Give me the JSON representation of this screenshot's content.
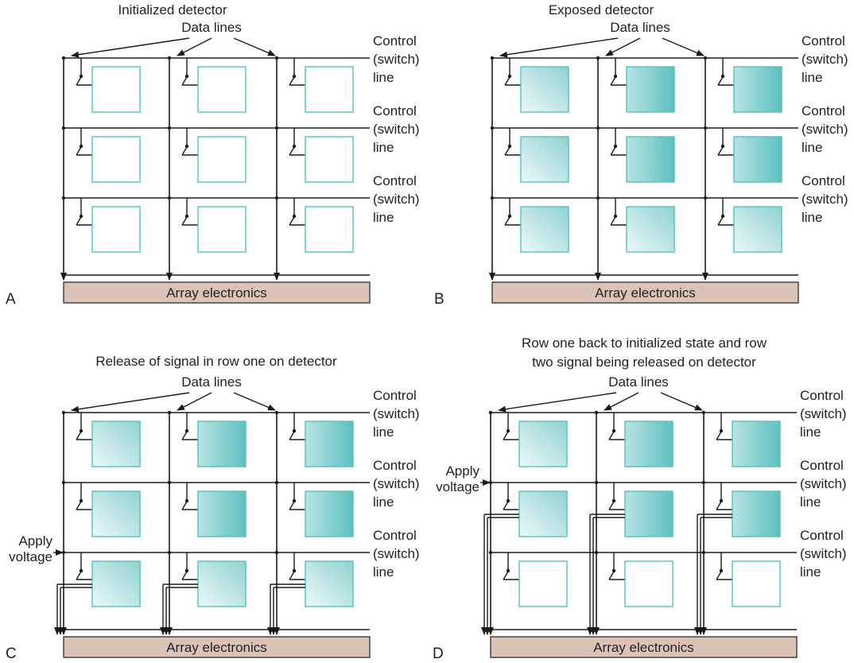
{
  "colors": {
    "line": "#1a1a1a",
    "cell_stroke": "#4fc4c0",
    "cell_exposed_light": "#e8f6f6",
    "cell_exposed_dark": "#6cc6c6",
    "array_fill": "#dcc3b8",
    "array_stroke": "#3a3a3a",
    "text": "#222222"
  },
  "labels": {
    "data_lines": "Data lines",
    "control_line": [
      "Control",
      "(switch)",
      "line"
    ],
    "array_electronics": "Array electronics",
    "apply_voltage": [
      "Apply",
      "voltage"
    ]
  },
  "panels": [
    {
      "letter": "A",
      "title": [
        "Initialized detector"
      ],
      "cells": [
        [
          "empty",
          "empty",
          "empty"
        ],
        [
          "empty",
          "empty",
          "empty"
        ],
        [
          "empty",
          "empty",
          "empty"
        ]
      ],
      "apply_voltage_row": null,
      "readout_row": null
    },
    {
      "letter": "B",
      "title": [
        "Exposed detector"
      ],
      "cells": [
        [
          "light",
          "dark",
          "dark"
        ],
        [
          "light",
          "dark",
          "dark"
        ],
        [
          "light",
          "light",
          "light"
        ]
      ],
      "apply_voltage_row": null,
      "readout_row": null
    },
    {
      "letter": "C",
      "title": [
        "Release of signal in row one on detector"
      ],
      "cells": [
        [
          "light",
          "dark",
          "dark"
        ],
        [
          "light",
          "dark",
          "dark"
        ],
        [
          "light",
          "light",
          "light"
        ]
      ],
      "apply_voltage_row": 2,
      "readout_row": 2
    },
    {
      "letter": "D",
      "title": [
        "Row one back to initialized state and row",
        "two signal being released on detector"
      ],
      "cells": [
        [
          "light",
          "dark",
          "dark"
        ],
        [
          "light",
          "dark",
          "dark"
        ],
        [
          "empty",
          "empty",
          "empty"
        ]
      ],
      "apply_voltage_row": 1,
      "readout_row": 1
    }
  ]
}
